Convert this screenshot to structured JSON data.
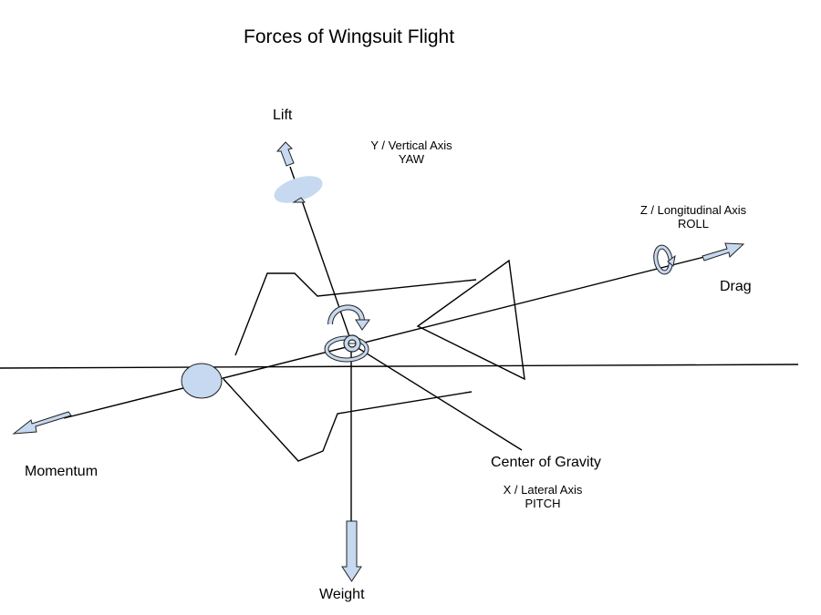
{
  "title": "Forces of Wingsuit Flight",
  "forces": {
    "lift": "Lift",
    "drag": "Drag",
    "momentum": "Momentum",
    "weight": "Weight",
    "center_of_gravity": "Center of Gravity"
  },
  "axes": {
    "vertical": {
      "name": "Y / Vertical Axis",
      "motion": "YAW"
    },
    "longitudinal": {
      "name": "Z / Longitudinal Axis",
      "motion": "ROLL"
    },
    "lateral": {
      "name": "X / Lateral Axis",
      "motion": "PITCH"
    }
  },
  "colors": {
    "arrow_fill": "#c6d9f1",
    "line": "#000000"
  }
}
